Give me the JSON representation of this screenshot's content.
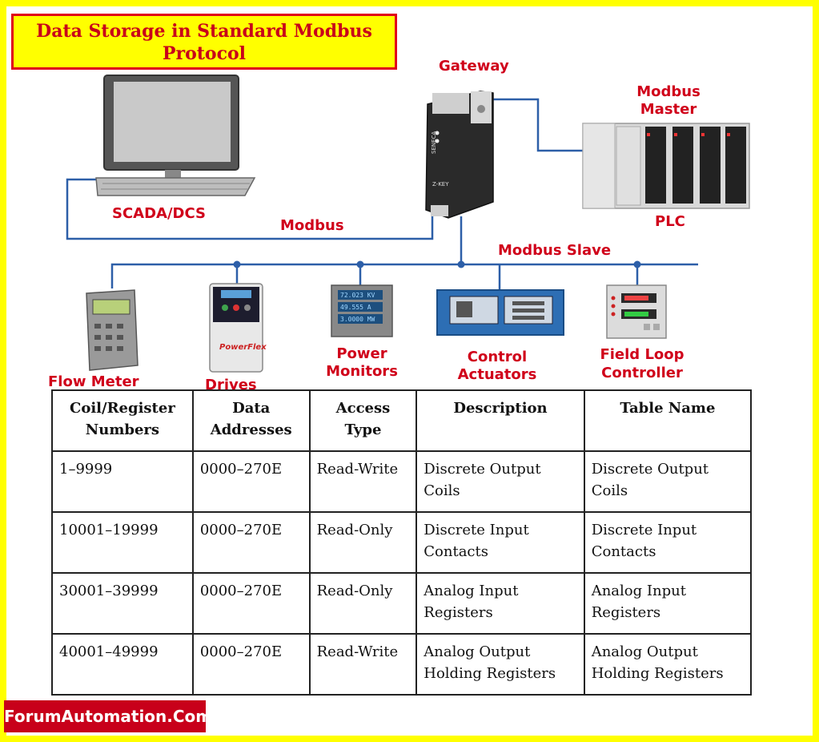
{
  "title": "Data Storage in Standard Modbus Protocol",
  "labels": {
    "gateway": "Gateway",
    "modbus_master_1": "Modbus",
    "modbus_master_2": "Master",
    "plc": "PLC",
    "scada": "SCADA/DCS",
    "modbus": "Modbus",
    "modbus_slave": "Modbus Slave",
    "flow_meter": "Flow Meter",
    "drives": "Drives",
    "power_monitors_1": "Power",
    "power_monitors_2": "Monitors",
    "control_actuators_1": "Control",
    "control_actuators_2": "Actuators",
    "field_loop_1": "Field Loop",
    "field_loop_2": "Controller"
  },
  "device_text": {
    "gateway_brand": "SENECA",
    "gateway_model": "Z-KEY",
    "drive_brand": "PowerFlex",
    "power_readout_1": "72.023 KV",
    "power_readout_2": "49.555 A",
    "power_readout_3": "3.0000 MW"
  },
  "table": {
    "headers": [
      "Coil/Register Numbers",
      "Data Addresses",
      "Access Type",
      "Description",
      "Table Name"
    ],
    "rows": [
      [
        "1–9999",
        "0000–270E",
        "Read-Write",
        "Discrete Output Coils",
        "Discrete Output Coils"
      ],
      [
        "10001–19999",
        "0000–270E",
        "Read-Only",
        "Discrete Input Contacts",
        "Discrete Input Contacts"
      ],
      [
        "30001–39999",
        "0000–270E",
        "Read-Only",
        "Analog Input Registers",
        "Analog Input Registers"
      ],
      [
        "40001–49999",
        "0000–270E",
        "Read-Write",
        "Analog Output Holding Registers",
        "Analog Output Holding Registers"
      ]
    ]
  },
  "footer": "ForumAutomation.Com",
  "colors": {
    "border": "#ffff00",
    "label_red": "#d0001a",
    "bus_blue": "#2d5fa8"
  }
}
